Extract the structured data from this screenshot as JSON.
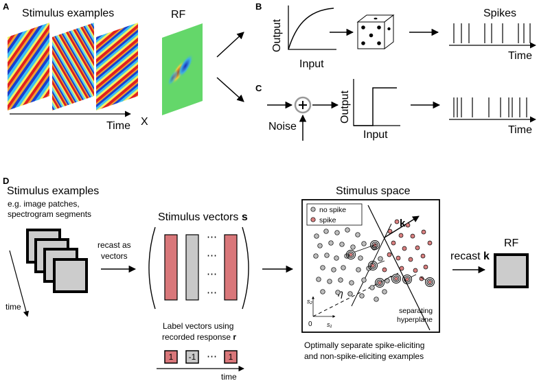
{
  "panels": {
    "a": "A",
    "b": "B",
    "c": "C",
    "d": "D"
  },
  "panel_a": {
    "stimulus_title": "Stimulus examples",
    "rf_title": "RF",
    "multiply": "X",
    "time_label": "Time"
  },
  "panel_b": {
    "output_label": "Output",
    "input_label": "Input",
    "spikes_title": "Spikes",
    "time_label": "Time"
  },
  "panel_c": {
    "noise_label": "Noise",
    "output_label": "Output",
    "input_label": "Input",
    "time_label": "Time"
  },
  "panel_d": {
    "stimulus_title": "Stimulus examples",
    "stimulus_sub1": "e.g. image patches,",
    "stimulus_sub2": "spectrogram segments",
    "time_label": "time",
    "recast_line1": "recast as",
    "recast_line2": "vectors",
    "vectors_title_prefix": "Stimulus vectors ",
    "vectors_title_symbol": "s",
    "dots": "⋯",
    "label_line1": "Label vectors using",
    "label_line2_prefix": "recorded response ",
    "label_line2_symbol": "r",
    "labels": [
      "1",
      "-1",
      "1"
    ],
    "label_dots": "⋯",
    "label_time": "time",
    "space_title": "Stimulus space",
    "legend_no_spike": "no spike",
    "legend_spike": "spike",
    "k_symbol": "k",
    "eta_symbol": "η",
    "axis_s2": "s₂",
    "axis_s1": "s₁",
    "origin": "0",
    "hyperplane_line1": "separating",
    "hyperplane_line2": "hyperplane",
    "caption_line1": "Optimally separate spike-eliciting",
    "caption_line2": "and non-spike-eliciting examples",
    "recast_k_prefix": "recast ",
    "recast_k_symbol": "k",
    "rf_title": "RF"
  },
  "colors": {
    "spike_red": "#d98080",
    "vector_red": "#d9777a",
    "vector_gray": "#c8c8c8",
    "patch_gray": "#cccccc",
    "rf_green": "#64d76a"
  }
}
